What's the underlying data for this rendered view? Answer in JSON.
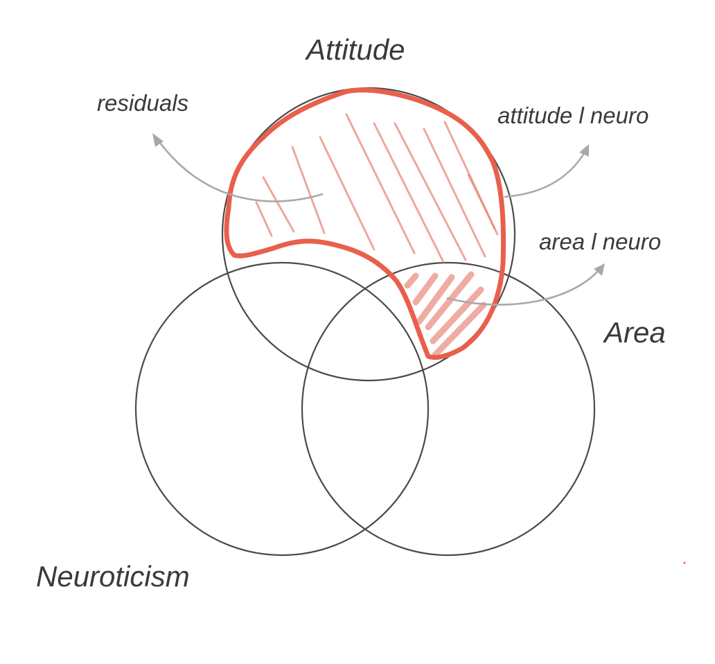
{
  "sets": {
    "attitude": "Attitude",
    "area": "Area",
    "neuroticism": "Neuroticism"
  },
  "annotations": {
    "residuals": "residuals",
    "attitude_given_neuro": "attitude l neuro",
    "area_given_neuro": "area l neuro"
  },
  "colors": {
    "circle_stroke": "#4a4a4a",
    "highlight": "#e8604c",
    "hatch": "#e98a7b",
    "arrow": "#a8a8a8",
    "text": "#3a3a3a"
  }
}
